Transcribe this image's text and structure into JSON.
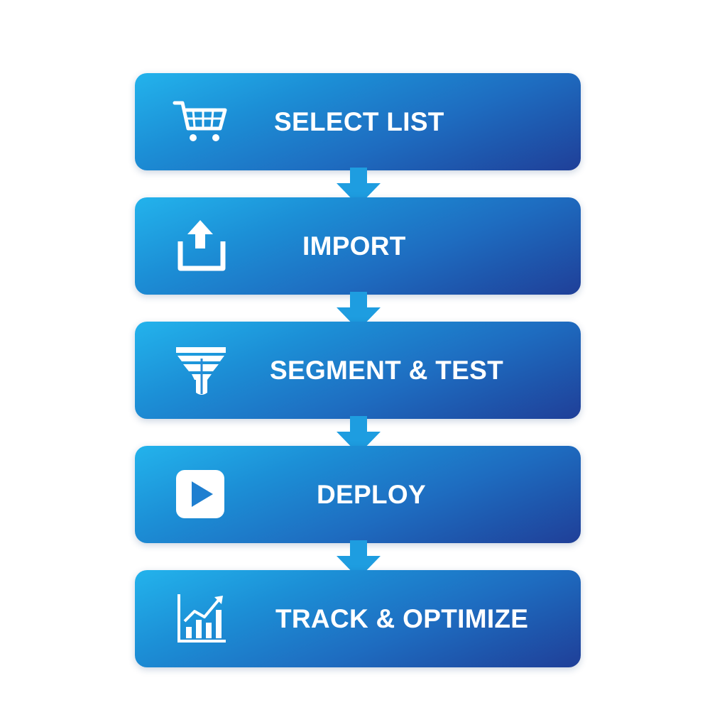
{
  "steps": [
    {
      "label": "SELECT LIST",
      "icon": "shopping-cart-icon"
    },
    {
      "label": "IMPORT",
      "icon": "upload-icon"
    },
    {
      "label": "SEGMENT & TEST",
      "icon": "funnel-icon"
    },
    {
      "label": "DEPLOY",
      "icon": "play-icon"
    },
    {
      "label": "TRACK & OPTIMIZE",
      "icon": "growth-chart-icon"
    }
  ],
  "colors": {
    "step_gradient_start": "#23b3ec",
    "step_gradient_end": "#1f3f98",
    "arrow": "#1e9de0",
    "text": "#ffffff",
    "background": "#ffffff"
  }
}
